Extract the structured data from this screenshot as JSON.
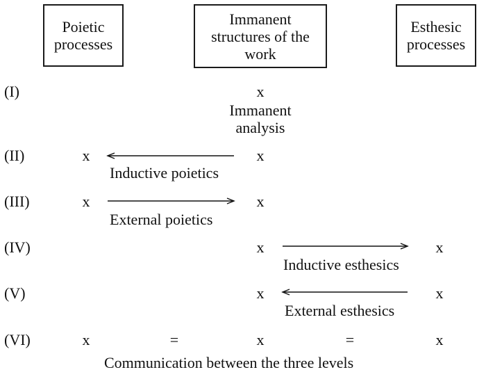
{
  "headers": {
    "poietic": "Poietic\nprocesses",
    "immanent": "Immanent\nstructures of the\nwork",
    "esthesic": "Esthesic\nprocesses"
  },
  "rows": [
    {
      "numeral": "(I)",
      "poietic": "",
      "immanent": "x",
      "esthesic": "",
      "label": "Immanent\nanalysis",
      "arrow": "none"
    },
    {
      "numeral": "(II)",
      "poietic": "x",
      "immanent": "x",
      "esthesic": "",
      "label": "Inductive poietics",
      "arrow": "left"
    },
    {
      "numeral": "(III)",
      "poietic": "x",
      "immanent": "x",
      "esthesic": "",
      "label": "External poietics",
      "arrow": "right"
    },
    {
      "numeral": "(IV)",
      "poietic": "",
      "immanent": "x",
      "esthesic": "x",
      "label": "Inductive esthesics",
      "arrow": "right"
    },
    {
      "numeral": "(V)",
      "poietic": "",
      "immanent": "x",
      "esthesic": "x",
      "label": "External esthesics",
      "arrow": "left"
    },
    {
      "numeral": "(VI)",
      "poietic": "x",
      "immanent": "x",
      "esthesic": "x",
      "equals_left": "=",
      "equals_right": "=",
      "label": "Communication between the three levels",
      "arrow": "none"
    }
  ]
}
